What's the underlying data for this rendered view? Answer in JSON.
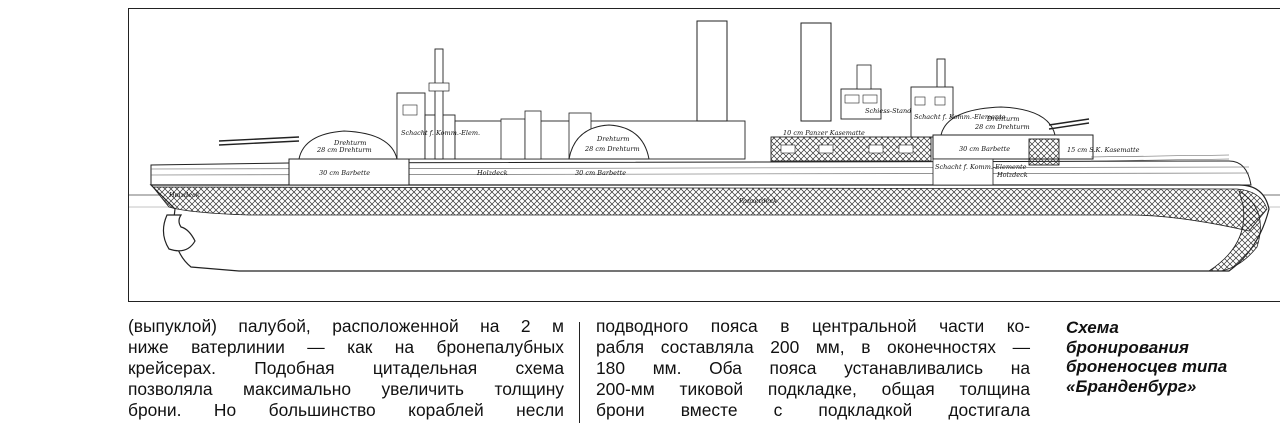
{
  "figure": {
    "labels": {
      "turret_fore": "Drehturm",
      "turret_fore_sub": "28 cm Drehturm",
      "barbette_fore": "30 cm Barbette",
      "casemate_fore": "Schacht f. Komm.-Elem.",
      "turret_mid": "Drehturm",
      "turret_mid_sub": "28 cm Drehturm",
      "barbette_mid": "30 cm Barbette",
      "deck_1": "Holzdeck",
      "deck_2": "Holzdeck",
      "deck_3": "Holzdeck",
      "belt": "Panzerdeck",
      "casemate_mid": "10 cm Panzer Kasematte",
      "tower_aft": "Schacht f. Komm.-Elemente",
      "bridge_aft": "Schiess-Stand",
      "turret_aft": "Drehturm",
      "turret_aft_sub": "28 cm Drehturm",
      "barbette_aft": "30 cm Barbette",
      "side_gun": "15 cm S.K. Kasematte",
      "elements_aft": "Schacht f. Komm.-Elemente"
    }
  },
  "body": {
    "col1": [
      "(выпуклой) палубой, расположенной на 2 м",
      "ниже ватерлинии — как на бронепалубных",
      "крейсерах. Подобная цитадельная схема",
      "позволяла максимально увеличить толщину",
      "брони. Но большинство кораблей несли"
    ],
    "col2": [
      "подводного пояса в центральной части ко-",
      "рабля составляла 200 мм, в оконечностях —",
      "180 мм. Оба пояса устанавливались на",
      "200-мм тиковой подкладке, общая толщина",
      "брони вместе с подкладкой достигала"
    ]
  },
  "caption": {
    "lines": [
      "Схема",
      "бронирования",
      "броненосцев типа",
      "«Бранденбург»"
    ]
  }
}
